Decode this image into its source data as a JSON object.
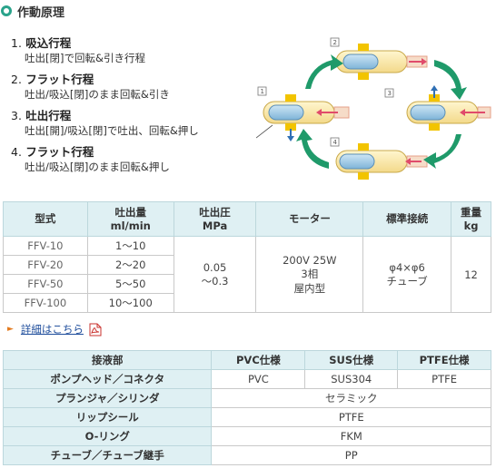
{
  "header": {
    "title": "作動原理"
  },
  "steps": [
    {
      "num": "1.",
      "title": "吸込行程",
      "desc": "吐出[閉]で回転&引き行程"
    },
    {
      "num": "2.",
      "title": "フラット行程",
      "desc": "吐出/吸込[閉]のまま回転&引き"
    },
    {
      "num": "3.",
      "title": "吐出行程",
      "desc": "吐出[開]/吸込[閉]で吐出、回転&押し"
    },
    {
      "num": "4.",
      "title": "フラット行程",
      "desc": "吐出/吸込[閉]のまま回転&押し"
    }
  ],
  "diagram": {
    "labels": [
      "1",
      "2",
      "3",
      "4"
    ]
  },
  "spec_table": {
    "headers": [
      {
        "line1": "型式",
        "line2": ""
      },
      {
        "line1": "吐出量",
        "line2": "ml/min"
      },
      {
        "line1": "吐出圧",
        "line2": "MPa"
      },
      {
        "line1": "モーター",
        "line2": ""
      },
      {
        "line1": "標準接続",
        "line2": ""
      },
      {
        "line1": "重量",
        "line2": "kg"
      }
    ],
    "rows": [
      {
        "model": "FFV-10",
        "flow": "1～10"
      },
      {
        "model": "FFV-20",
        "flow": "2～20"
      },
      {
        "model": "FFV-50",
        "flow": "5～50"
      },
      {
        "model": "FFV-100",
        "flow": "10～100"
      }
    ],
    "pressure": {
      "line1": "0.05",
      "line2": "～0.3"
    },
    "motor": {
      "line1": "200V 25W",
      "line2": "3相",
      "line3": "屋内型"
    },
    "connection": {
      "line1": "φ4×φ6",
      "line2": "チューブ"
    },
    "weight": "12"
  },
  "detail_link": {
    "label": "詳細はこちら",
    "pdf_icon": "pdf-icon"
  },
  "material_table": {
    "headers": [
      "接液部",
      "PVC仕様",
      "SUS仕様",
      "PTFE仕様"
    ],
    "rows": [
      {
        "part": "ポンプヘッド／コネクタ",
        "pvc": "PVC",
        "sus": "SUS304",
        "ptfe": "PTFE"
      },
      {
        "part": "プランジャ／シリンダ",
        "all": "セラミック"
      },
      {
        "part": "リップシール",
        "all": "PTFE"
      },
      {
        "part": "O-リング",
        "all": "FKM"
      },
      {
        "part": "チューブ／チューブ継手",
        "all": "PP"
      }
    ]
  },
  "colors": {
    "accent": "#2aa38b",
    "table_header": "#dff0f3",
    "link": "#1d4c9b",
    "arrow": "#e47b1f"
  }
}
